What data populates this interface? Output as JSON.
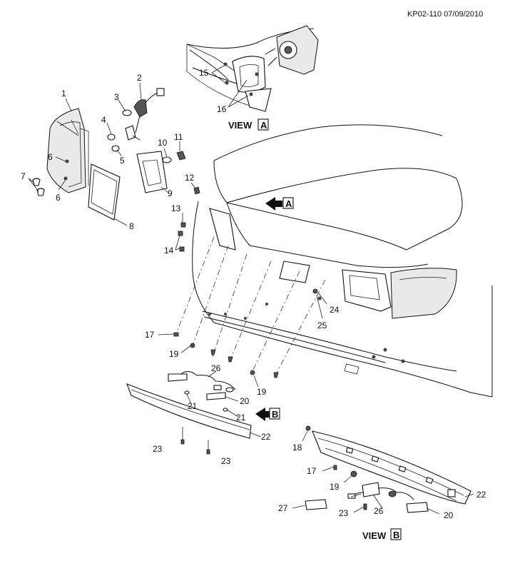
{
  "reference": "KP02-110 07/09/2010",
  "views": {
    "a_label": "VIEW",
    "a_letter": "A",
    "b_label": "VIEW",
    "b_letter": "B",
    "arrow_a_letter": "A",
    "arrow_b_letter": "B"
  },
  "callouts": {
    "c1": "1",
    "c2": "2",
    "c3": "3",
    "c4": "4",
    "c5": "5",
    "c6a": "6",
    "c6b": "6",
    "c7": "7",
    "c8": "8",
    "c9": "9",
    "c10": "10",
    "c11": "11",
    "c12": "12",
    "c13": "13",
    "c14": "14",
    "c15": "15",
    "c16": "16",
    "c17a": "17",
    "c17b": "17",
    "c18": "18",
    "c19a": "19",
    "c19b": "19",
    "c19c": "19",
    "c20a": "20",
    "c20b": "20",
    "c21a": "21",
    "c21b": "21",
    "c22a": "22",
    "c22b": "22",
    "c23a": "23",
    "c23b": "23",
    "c23c": "23",
    "c24": "24",
    "c25": "25",
    "c26a": "26",
    "c26b": "26",
    "c27": "27"
  }
}
